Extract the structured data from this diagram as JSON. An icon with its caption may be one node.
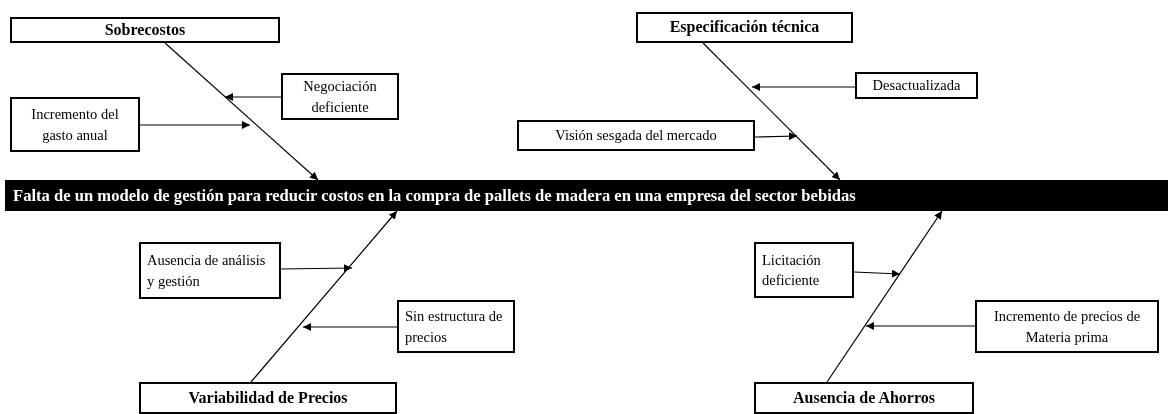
{
  "diagram": {
    "nodes": [
      {
        "text": [
          "Sobrecostos"
        ]
      },
      {
        "text": [
          "Especificación técnica"
        ]
      },
      {
        "text": [
          "Negociación deficiente"
        ]
      },
      {
        "text": [
          "Incremento del gasto anual"
        ]
      },
      {
        "text": [
          "Desactualizada"
        ]
      },
      {
        "text": [
          "Visión sesgada del mercado"
        ]
      },
      {
        "text": [
          "Falta de un modelo de gestión para reducir costos en la compra de pallets de madera en una empresa del sector bebidas"
        ]
      },
      {
        "text": [
          "Ausencia de análisis y gestión"
        ]
      },
      {
        "text": [
          "Licitación deficiente"
        ]
      },
      {
        "text": [
          "Sin estructura de precios"
        ]
      },
      {
        "text": [
          "Incremento de precios de Materia prima"
        ]
      },
      {
        "text": [
          "Variabilidad de Precios"
        ]
      },
      {
        "text": [
          "Ausencia de Ahorros"
        ]
      }
    ],
    "edges": [
      {
        "from": 0,
        "to": 6,
        "arrow": "to"
      },
      {
        "from": 1,
        "to": 6,
        "arrow": "to"
      },
      {
        "from": 11,
        "to": 6,
        "arrow": "to"
      },
      {
        "from": 12,
        "to": 6,
        "arrow": "to"
      },
      {
        "from": 2,
        "to": null,
        "arrow": "to"
      },
      {
        "from": 3,
        "to": null,
        "arrow": "to"
      },
      {
        "from": 4,
        "to": null,
        "arrow": "to"
      },
      {
        "from": 5,
        "to": null,
        "arrow": "to"
      },
      {
        "from": 7,
        "to": null,
        "arrow": "to"
      },
      {
        "from": 9,
        "to": null,
        "arrow": "to"
      },
      {
        "from": 8,
        "to": null,
        "arrow": "to"
      },
      {
        "from": 10,
        "to": null,
        "arrow": "to"
      }
    ]
  }
}
